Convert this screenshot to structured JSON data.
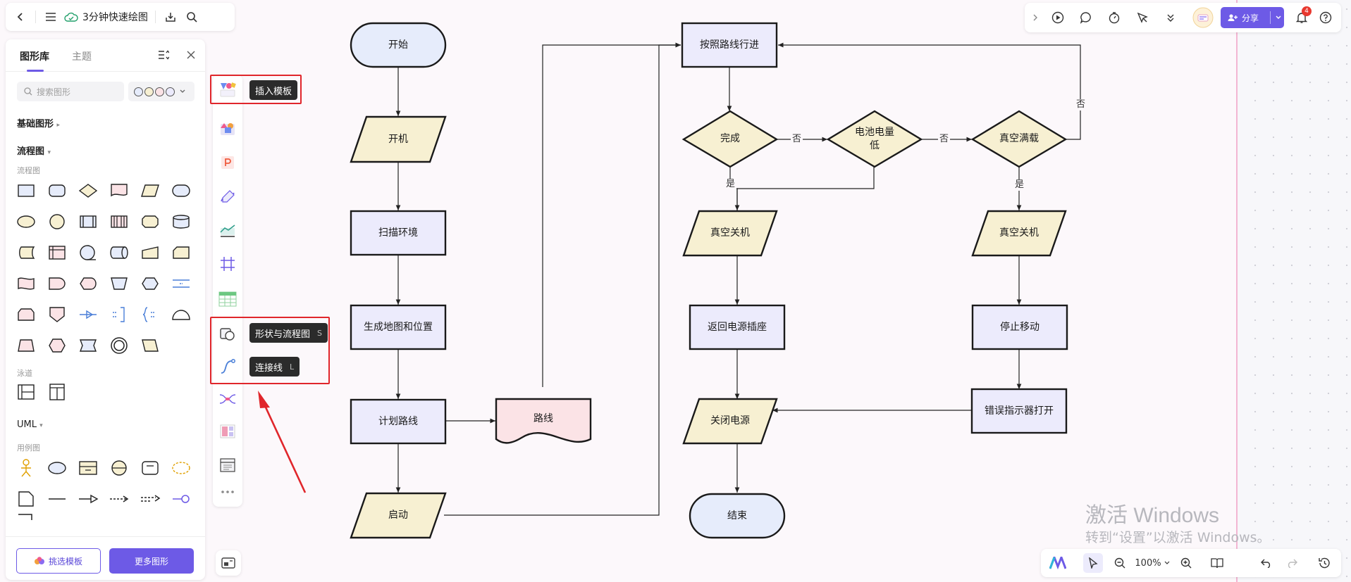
{
  "app": {
    "doc_title": "3分钟快速绘图",
    "icons": [
      "back-icon",
      "menu-icon",
      "cloud-saved-icon",
      "download-icon",
      "search-icon"
    ]
  },
  "left_panel": {
    "tabs": [
      {
        "label": "图形库",
        "active": true
      },
      {
        "label": "主题",
        "active": false
      }
    ],
    "search_placeholder": "搜索图形",
    "sections": {
      "basic": "基础图形",
      "flowchart": "流程图",
      "flowchart_sub": "流程图",
      "swimlane_sub": "泳道",
      "uml": "UML",
      "usecase_sub": "用例图"
    },
    "buttons": {
      "pick_template": "挑选模板",
      "more_shapes": "更多图形"
    }
  },
  "toolstrip": {
    "tooltips": {
      "template": "插入模板",
      "shapes": "形状与流程图",
      "shapes_key": "S",
      "connector": "连接线",
      "connector_key": "L"
    }
  },
  "topright": {
    "share_label": "分享",
    "notification_count": "4"
  },
  "bottombar": {
    "zoom": "100%"
  },
  "watermark": {
    "line1": "激活 Windows",
    "line2": "转到“设置”以激活 Windows。"
  },
  "colors": {
    "accent": "#6d5ae6",
    "process_fill": "#ecebfc",
    "io_fill": "#f7f0d2",
    "terminal_fill": "#e6ecfb",
    "doc_fill": "#fbe3e6",
    "annotation_red": "#e0262b"
  },
  "flowchart": {
    "nodes": [
      {
        "id": "start",
        "type": "terminal",
        "label": "开始"
      },
      {
        "id": "power_on",
        "type": "io",
        "label": "开机"
      },
      {
        "id": "scan",
        "type": "process",
        "label": "扫描环境"
      },
      {
        "id": "map",
        "type": "process",
        "label": "生成地图和位置"
      },
      {
        "id": "plan",
        "type": "process",
        "label": "计划路线"
      },
      {
        "id": "route",
        "type": "document",
        "label": "路线"
      },
      {
        "id": "launch",
        "type": "io",
        "label": "启动"
      },
      {
        "id": "follow",
        "type": "process",
        "label": "按照路线行进"
      },
      {
        "id": "done",
        "type": "decision",
        "label": "完成"
      },
      {
        "id": "battery",
        "type": "decision",
        "label": "电池电量低"
      },
      {
        "id": "vacfull",
        "type": "decision",
        "label": "真空满载"
      },
      {
        "id": "vacoff1",
        "type": "io",
        "label": "真空关机"
      },
      {
        "id": "vacoff2",
        "type": "io",
        "label": "真空关机"
      },
      {
        "id": "return",
        "type": "process",
        "label": "返回电源插座"
      },
      {
        "id": "stop",
        "type": "process",
        "label": "停止移动"
      },
      {
        "id": "error",
        "type": "process",
        "label": "错误指示器打开"
      },
      {
        "id": "poweroff",
        "type": "io",
        "label": "关闭电源"
      },
      {
        "id": "end",
        "type": "terminal",
        "label": "结束"
      }
    ],
    "edge_labels": {
      "no1": "否",
      "no2": "否",
      "no3": "否",
      "yes1": "是",
      "yes2": "是"
    }
  }
}
